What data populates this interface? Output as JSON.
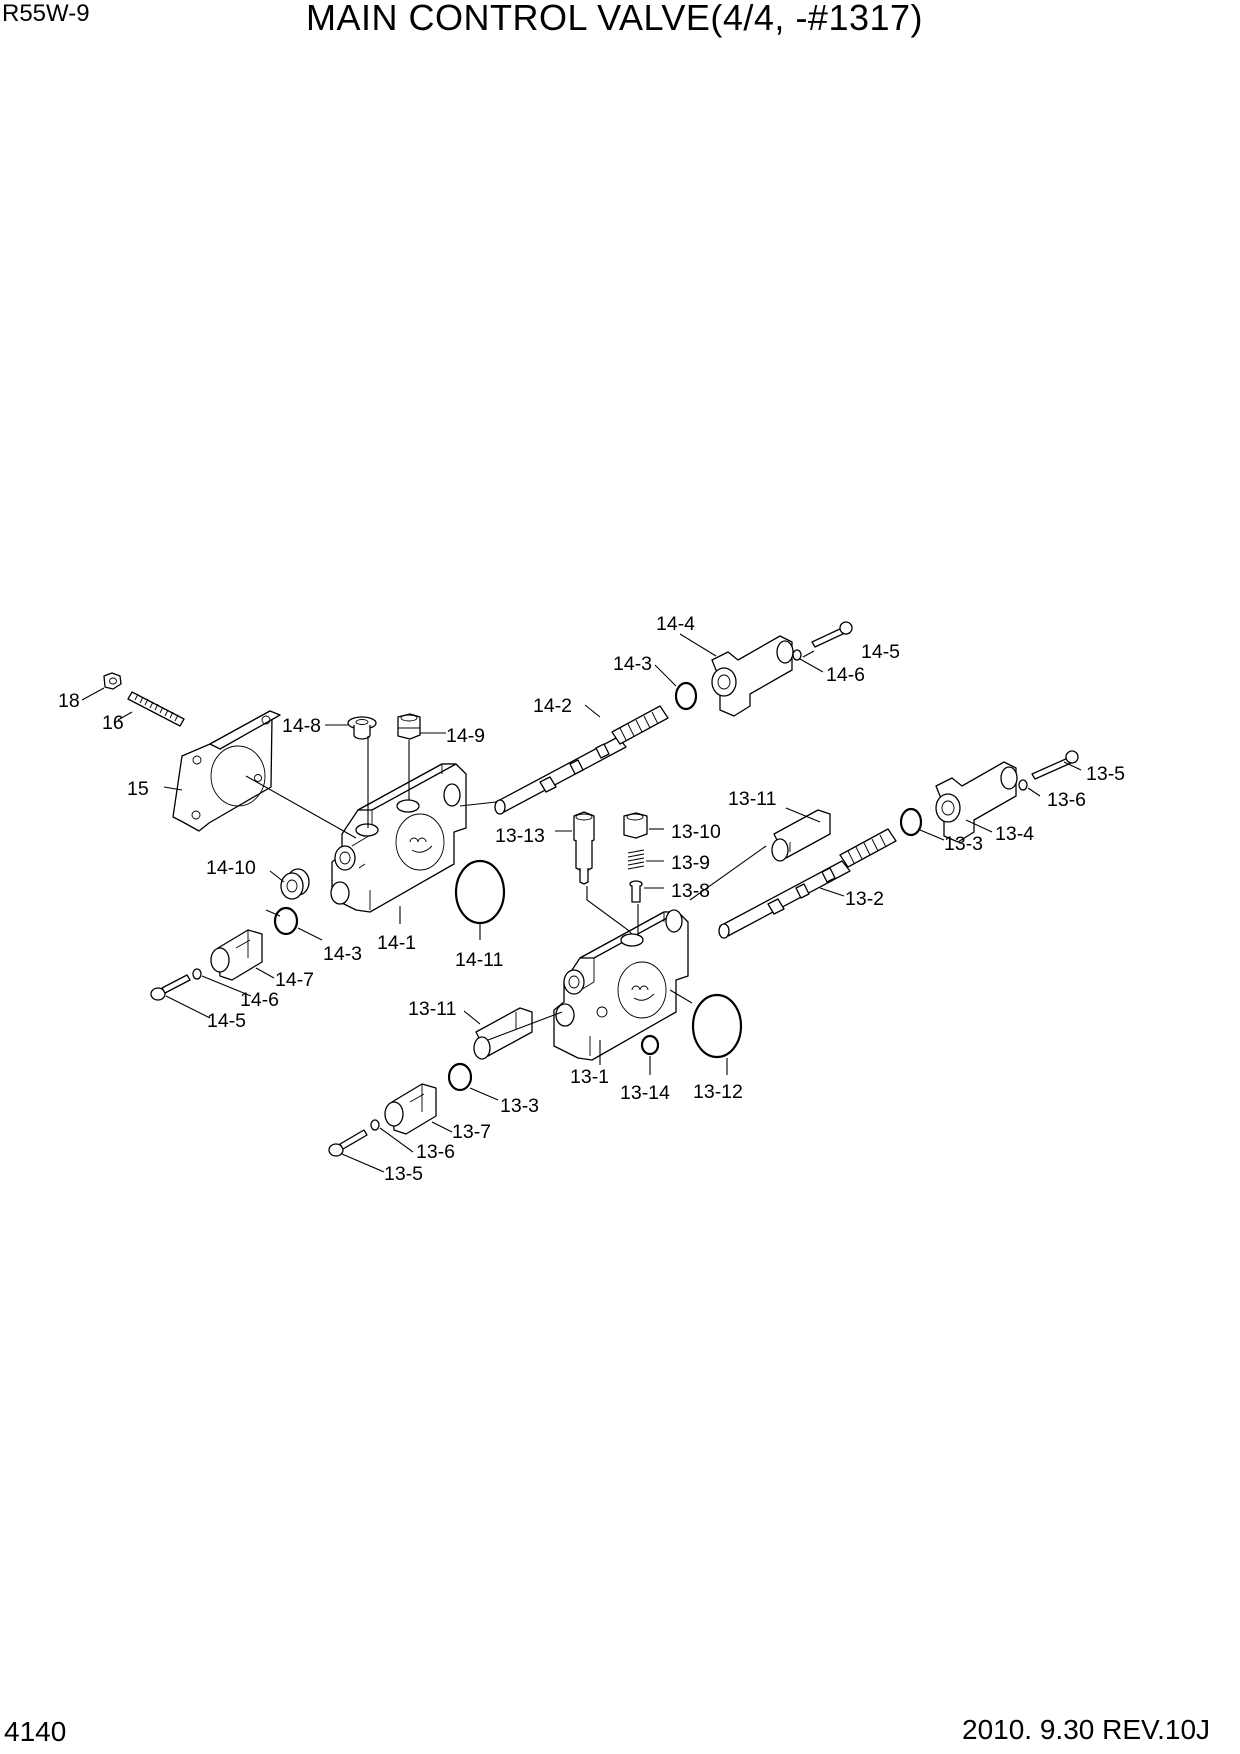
{
  "header": {
    "model": "R55W-9",
    "title": "MAIN CONTROL VALVE(4/4, -#1317)"
  },
  "footer": {
    "page_number": "4140",
    "revision": "2010. 9.30  REV.10J"
  },
  "labels": {
    "l18": "18",
    "l16": "16",
    "l15": "15",
    "l14_8": "14-8",
    "l14_9": "14-9",
    "l14_2": "14-2",
    "l14_3_top": "14-3",
    "l14_4": "14-4",
    "l14_5_top": "14-5",
    "l14_6_top": "14-6",
    "l14_10": "14-10",
    "l14_3": "14-3",
    "l14_1": "14-1",
    "l14_11": "14-11",
    "l14_7": "14-7",
    "l14_6": "14-6",
    "l14_5": "14-5",
    "l13_11_top": "13-11",
    "l13_13": "13-13",
    "l13_10": "13-10",
    "l13_9": "13-9",
    "l13_8": "13-8",
    "l13_2": "13-2",
    "l13_5_top": "13-5",
    "l13_6_top": "13-6",
    "l13_3_top": "13-3",
    "l13_4": "13-4",
    "l13_11": "13-11",
    "l13_1": "13-1",
    "l13_14": "13-14",
    "l13_12": "13-12",
    "l13_3": "13-3",
    "l13_7": "13-7",
    "l13_6": "13-6",
    "l13_5": "13-5"
  }
}
